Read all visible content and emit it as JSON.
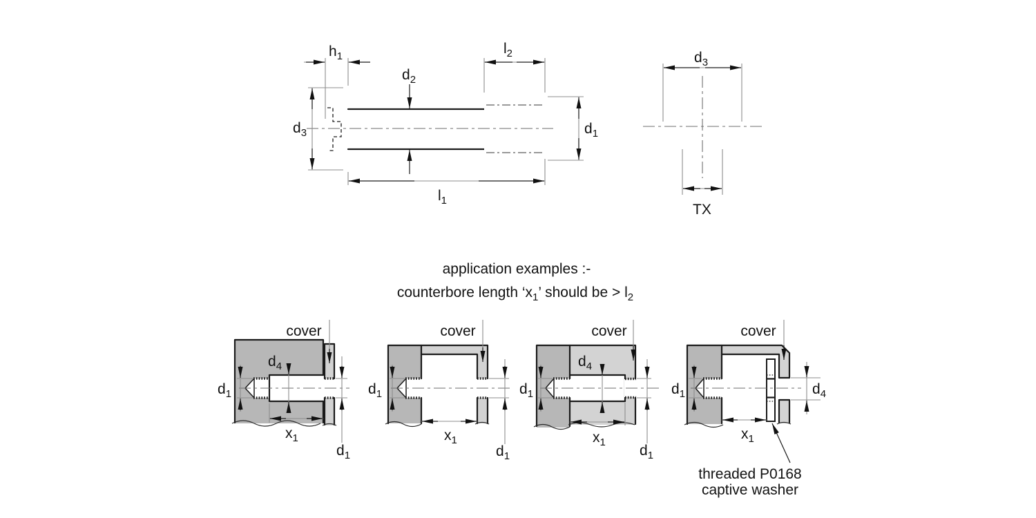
{
  "colors": {
    "line": "#1a1a1a",
    "dim_line": "#8c8c8c",
    "centerline": "#6e6e6e",
    "base_fill": "#b7b7b7",
    "cover_fill": "#d3d3d3"
  },
  "labels": {
    "h1": {
      "m": "h",
      "s": "1"
    },
    "l1": {
      "m": "l",
      "s": "1"
    },
    "l2": {
      "m": "l",
      "s": "2"
    },
    "d1": {
      "m": "d",
      "s": "1"
    },
    "d2": {
      "m": "d",
      "s": "2"
    },
    "d3": {
      "m": "d",
      "s": "3"
    },
    "d4": {
      "m": "d",
      "s": "4"
    },
    "x1": {
      "m": "x",
      "s": "1"
    },
    "tx": "TX",
    "cover": "cover"
  },
  "notes": {
    "line1": "application examples :-",
    "line2_parts": [
      "counterbore length ‘x",
      "1",
      "’ should be  > l",
      "2"
    ]
  },
  "washer_caption": {
    "line1": "threaded P0168",
    "line2": "captive washer"
  }
}
